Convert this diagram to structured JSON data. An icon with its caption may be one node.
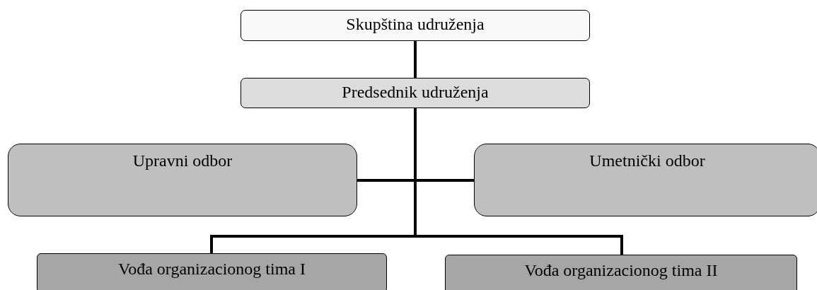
{
  "diagram": {
    "nodes": [
      {
        "text": [
          "Skupština udruženja"
        ]
      },
      {
        "text": [
          "Predsednik udruženja"
        ]
      },
      {
        "text": [
          "Upravni odbor"
        ]
      },
      {
        "text": [
          "Umetnički odbor"
        ]
      },
      {
        "text": [
          "Vođa organizacionog tima I"
        ]
      },
      {
        "text": [
          "Vođa organizacionog tima II"
        ]
      }
    ],
    "edges": [
      {
        "from": 0,
        "to": 1,
        "arrow": "none"
      },
      {
        "from": 1,
        "to": 2,
        "arrow": "none"
      },
      {
        "from": 1,
        "to": 3,
        "arrow": "none"
      },
      {
        "from": 1,
        "to": 4,
        "arrow": "none"
      },
      {
        "from": 1,
        "to": 5,
        "arrow": "none"
      }
    ]
  }
}
